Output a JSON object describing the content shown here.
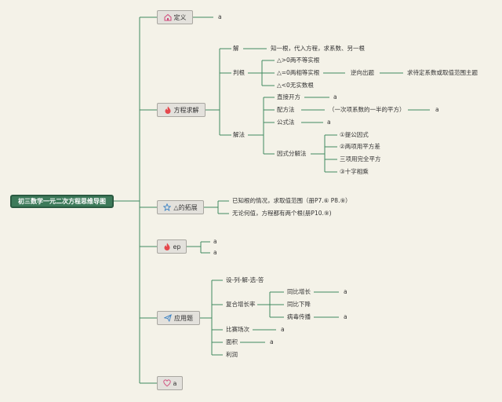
{
  "root": "初三数学一元二次方程思维导图",
  "branches": {
    "def": {
      "label": "定义",
      "icon": "home-icon",
      "leaf": "a"
    },
    "solve": {
      "label": "方程求解",
      "icon": "fire-icon",
      "jie": {
        "label": "解",
        "text": "知一根，代入方程，求系数、另一根"
      },
      "panbie": {
        "label": "判根",
        "items": [
          "△>0两不等实根",
          "△=0两相等实根",
          "△<0无实数根"
        ],
        "reverse": "逆向出题",
        "reverse_detail": "求待定系数或取值范围主题"
      },
      "fangfa": {
        "label": "解法",
        "zhijie": "直接开方",
        "zhijie_leaf": "a",
        "peifang": "配方法",
        "peifang_note": "（一次项系数的一半的平方）",
        "peifang_leaf": "a",
        "gongshi": "公式法",
        "gongshi_leaf": "a",
        "yinshi": "因式分解法",
        "yinshi_items": [
          "①提公因式",
          "②两项用平方差",
          "三项用完全平方",
          "③十字相乘"
        ]
      }
    },
    "ext": {
      "label": "△的拓展",
      "icon": "star-icon",
      "items": [
        "已知根的情况，求取值范围（册P7.⑥ P8.⑨）",
        "无论何值，方程都有两个根(册P10.⑨)"
      ]
    },
    "ep": {
      "label": "ep",
      "icon": "fire-icon",
      "leaves": [
        "a",
        "a"
      ]
    },
    "app": {
      "label": "应用题",
      "icon": "send-icon",
      "steps": "设-列-解-选-答",
      "growth": "复合增长率",
      "growth_items": [
        "同比增长",
        "同比下降",
        "病毒传播"
      ],
      "growth_leaves": [
        "a",
        "a"
      ],
      "match": "比赛场次",
      "match_leaf": "a",
      "area": "面积",
      "area_leaf": "a",
      "profit": "利润"
    },
    "heart": {
      "label": "a",
      "icon": "heart-icon"
    }
  },
  "colors": {
    "line": "#3f8a5f",
    "root_fill": "#3d7a5a",
    "box_fill": "#e3e1dc",
    "fire": "#e5484d",
    "blue": "#3b82c4"
  }
}
